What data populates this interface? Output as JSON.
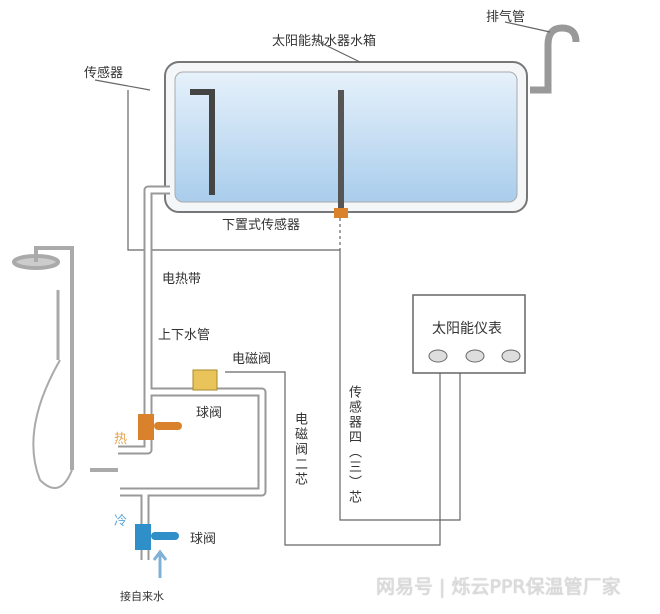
{
  "labels": {
    "exhaust": "排气管",
    "tank": "太阳能热水器水箱",
    "sensor": "传感器",
    "bottom_sensor": "下置式传感器",
    "heat_tape": "电热带",
    "pipe": "上下水管",
    "solenoid": "电磁阀",
    "ball_valve_hot": "球阀",
    "hot": "热",
    "ball_valve_cold": "球阀",
    "cold": "冷",
    "tap_water": "接自来水",
    "meter": "太阳能仪表",
    "sensor_wire": "传感器四（三）芯",
    "solenoid_wire": "电磁阀二芯"
  },
  "watermark": "网易号 | 烁云PPR保温管厂家",
  "colors": {
    "water": "#bcd9f0",
    "hot": "#d9822b",
    "cold": "#2f8fc9",
    "pipe": "#888888"
  }
}
